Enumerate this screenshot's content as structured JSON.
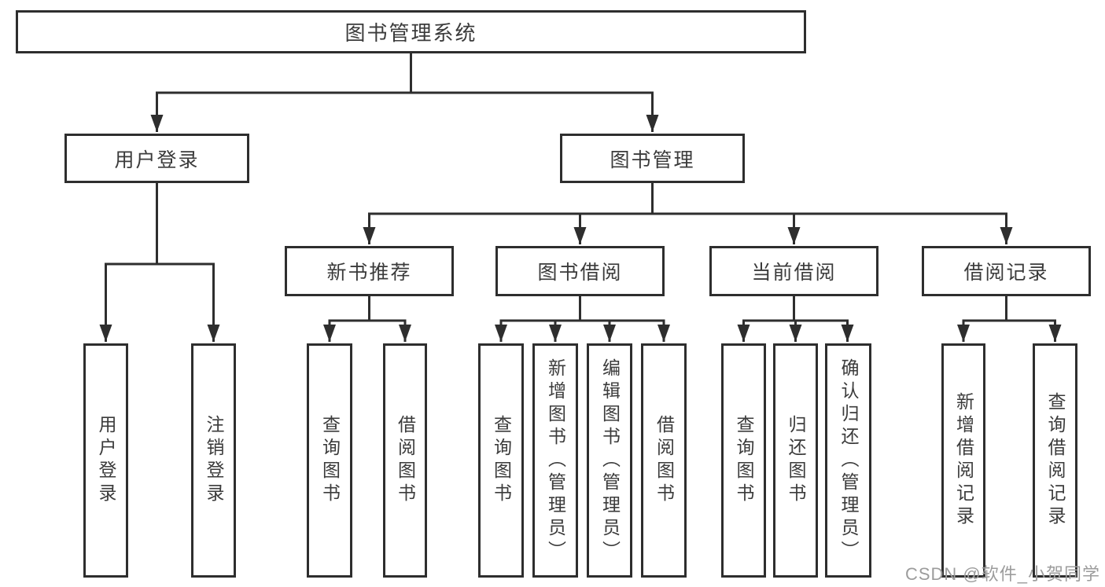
{
  "tree": {
    "label": "图书管理系统",
    "children": [
      {
        "label": "用户登录",
        "children": [
          {
            "label": "用户登录"
          },
          {
            "label": "注销登录"
          }
        ]
      },
      {
        "label": "图书管理",
        "children": [
          {
            "label": "新书推荐",
            "children": [
              {
                "label": "查询图书"
              },
              {
                "label": "借阅图书"
              }
            ]
          },
          {
            "label": "图书借阅",
            "children": [
              {
                "label": "查询图书"
              },
              {
                "label": "新增图书（管理员）"
              },
              {
                "label": "编辑图书（管理员）"
              },
              {
                "label": "借阅图书"
              }
            ]
          },
          {
            "label": "当前借阅",
            "children": [
              {
                "label": "查询图书"
              },
              {
                "label": "归还图书"
              },
              {
                "label": "确认归还（管理员）"
              }
            ]
          },
          {
            "label": "借阅记录",
            "children": [
              {
                "label": "新增借阅记录"
              },
              {
                "label": "查询借阅记录"
              }
            ]
          }
        ]
      }
    ]
  },
  "watermark": {
    "text": "CSDN @软件_小贺同学",
    "color": "#9c9c9c"
  },
  "colors": {
    "line": "#2e2e2e",
    "box_background": "#ffffff",
    "text": "#3b3b3b"
  }
}
